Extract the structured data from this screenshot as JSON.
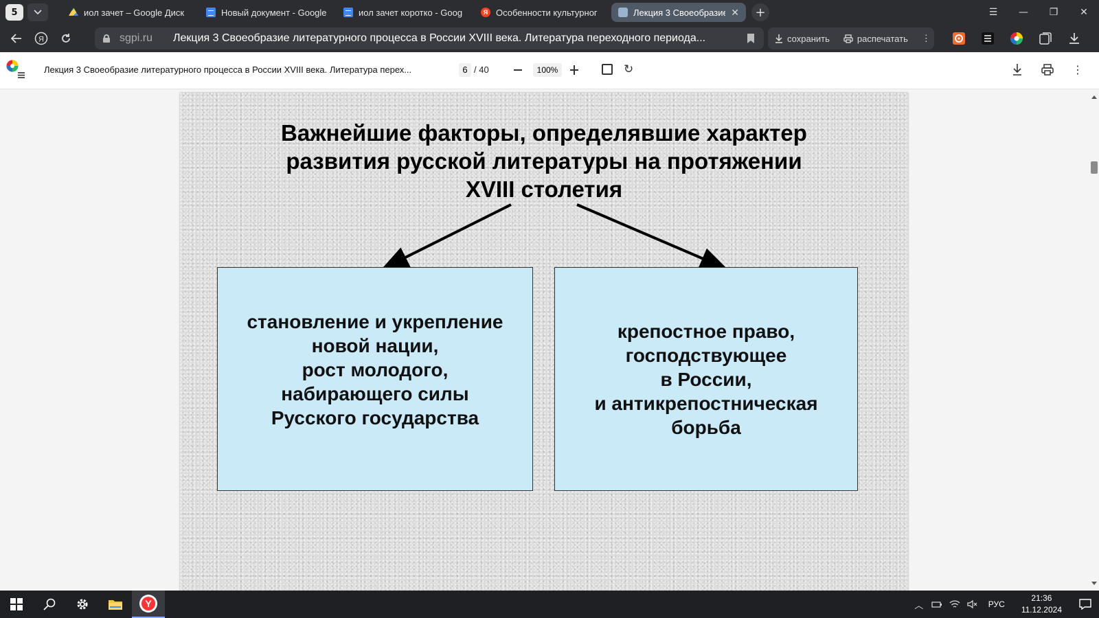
{
  "browser": {
    "tab_count": "5",
    "tabs": [
      {
        "title": "иол зачет – Google Диск",
        "icon": "google-drive-icon",
        "active": false
      },
      {
        "title": "Новый документ - Google",
        "icon": "google-docs-icon",
        "active": false
      },
      {
        "title": "иол зачет коротко - Goog",
        "icon": "google-docs-icon",
        "active": false
      },
      {
        "title": "Особенности культурног",
        "icon": "yandex-icon",
        "active": false
      },
      {
        "title": "Лекция 3 Своеобразие",
        "icon": "pdf-icon",
        "active": true
      }
    ],
    "address": {
      "domain": "sgpi.ru",
      "title": "Лекция 3 Своеобразие литературного процесса в России XVIII века. Литература переходного периода..."
    },
    "actions": {
      "save_label": "сохранить",
      "print_label": "распечатать"
    }
  },
  "pdf_viewer": {
    "title": "Лекция 3 Своеобразие литературного процесса в России XVIII века. Литература перех...",
    "current_page": "6",
    "total_pages": "/ 40",
    "zoom": "100%"
  },
  "slide": {
    "title_lines": [
      "Важнейшие факторы, определявшие характер",
      "развития русской литературы на протяжении",
      "XVIII столетия"
    ],
    "left_box_lines": [
      "становление и укрепление",
      "новой нации,",
      "рост молодого,",
      "набирающего силы",
      "Русского государства"
    ],
    "right_box_lines": [
      "крепостное право,",
      "господствующее",
      "в России,",
      "и антикрепостническая",
      "борьба"
    ]
  },
  "taskbar": {
    "language": "РУС",
    "time": "21:36",
    "date": "11.12.2024"
  },
  "colors": {
    "chrome_bg": "#2b2d31",
    "active_tab": "#505a66",
    "slide_box": "#cbeaf8",
    "taskbar_bg": "#1f2024"
  }
}
